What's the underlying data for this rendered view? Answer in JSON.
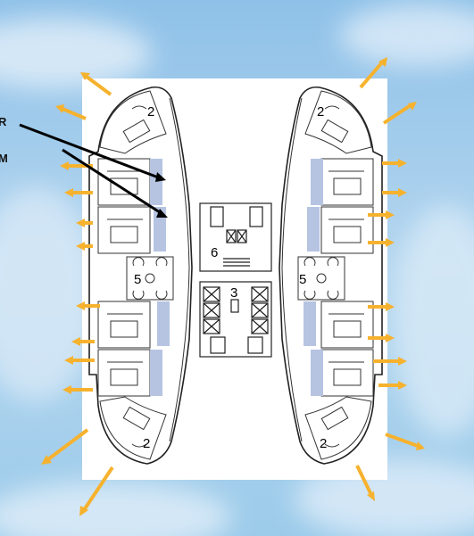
{
  "diagram": {
    "callouts": {
      "top_partial": "R",
      "bottom_partial": "M"
    },
    "labels": {
      "corner_top_left": "2",
      "corner_top_right": "2",
      "corner_bottom_left": "2",
      "corner_bottom_right": "2",
      "lobby_left": "5",
      "lobby_right": "5",
      "core_top": "6",
      "core_center": "3"
    },
    "colors": {
      "sky": "#a9d0ec",
      "arrow": "#f6b22e",
      "glazing": "#b6c4e2",
      "wall": "#222222"
    }
  }
}
